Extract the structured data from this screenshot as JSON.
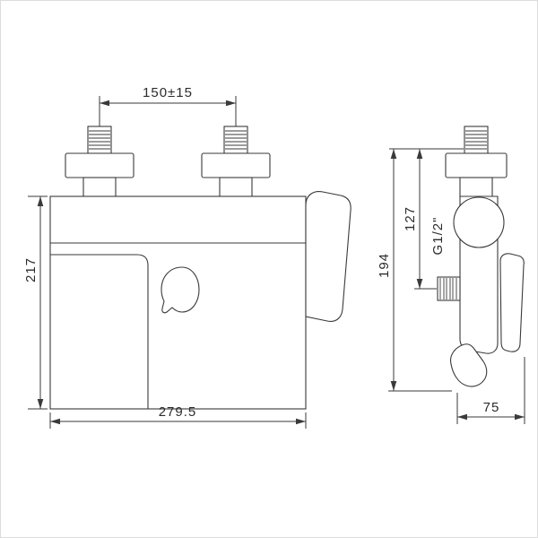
{
  "style": {
    "line_color": "#3a3a3a",
    "text_color": "#2b2b2b",
    "background": "#ffffff"
  },
  "front_view": {
    "dim_top": "150±15",
    "dim_left": "217",
    "dim_bottom": "279.5"
  },
  "side_view": {
    "dim_upper": "127",
    "thread_label": "G1/2\"",
    "dim_total": "194",
    "dim_bottom": "75"
  }
}
